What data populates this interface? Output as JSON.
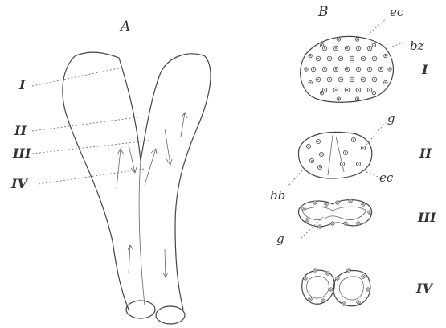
{
  "panel_a": {
    "label": "A",
    "levels": [
      "I",
      "II",
      "III",
      "IV"
    ]
  },
  "panel_b": {
    "label": "B",
    "labels": {
      "ec_top": "ec",
      "bz": "bz",
      "g_mid": "g",
      "bb": "bb",
      "ec_mid": "ec",
      "g_low": "g"
    },
    "levels": [
      "I",
      "II",
      "III",
      "IV"
    ]
  }
}
